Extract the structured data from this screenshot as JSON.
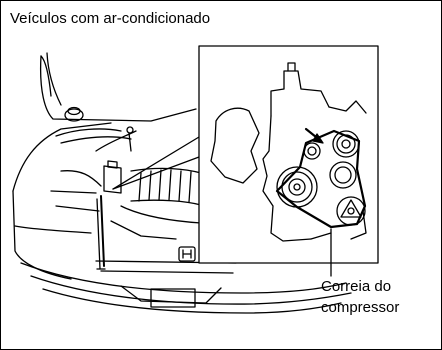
{
  "title": "Veículos com ar-condicionado",
  "callout": {
    "line1": "Correia do",
    "line2": "compressor"
  },
  "colors": {
    "stroke": "#000000",
    "background": "#ffffff",
    "frame": "#000000"
  }
}
